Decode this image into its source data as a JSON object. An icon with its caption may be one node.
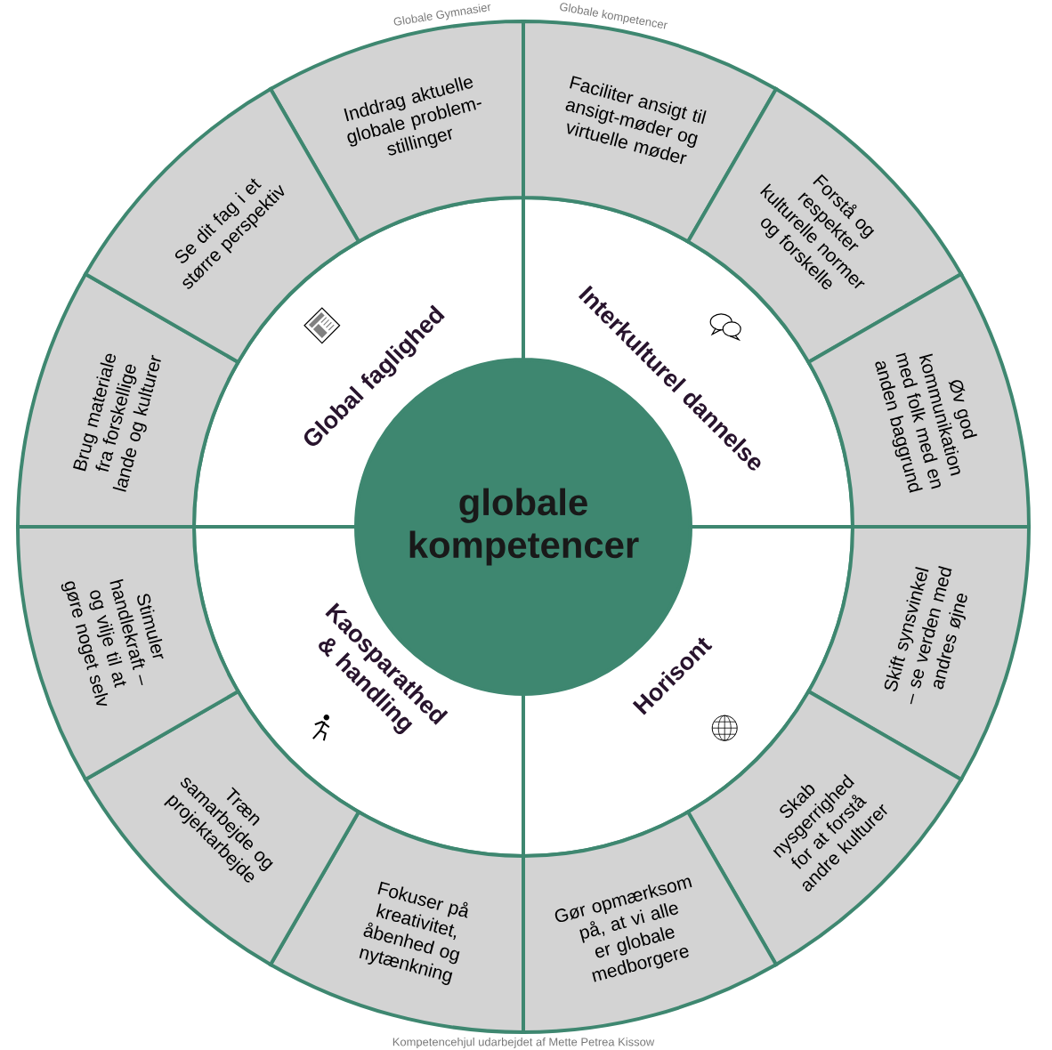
{
  "diagram": {
    "nodes": [
      {
        "text": [
          "globale kompetencer"
        ]
      },
      {
        "text": [
          "Global faglighed"
        ]
      },
      {
        "text": [
          "Interkulturel dannelse"
        ]
      },
      {
        "text": [
          "Kaosparathed & handling"
        ]
      },
      {
        "text": [
          "Horisont"
        ]
      },
      {
        "text": [
          "Inddrag aktuelle globale problem-stillinger"
        ]
      },
      {
        "text": [
          "Faciliter ansigt til ansigt-møder og virtuelle møder"
        ]
      },
      {
        "text": [
          "Forstå og respekter kulturelle normer og forskelle"
        ]
      },
      {
        "text": [
          "Øv god kommunikation med folk med en anden baggrund"
        ]
      },
      {
        "text": [
          "Skift synsvinkel – se verden med andres øjne"
        ]
      },
      {
        "text": [
          "Skab nysgerrighed for at forstå andre kulturer"
        ]
      },
      {
        "text": [
          "Gør opmærksom på, at vi alle er globale medborgere"
        ]
      },
      {
        "text": [
          "Fokuser på kreativitet, åbenhed og nytænkning"
        ]
      },
      {
        "text": [
          "Træn samarbejde og projektarbejde"
        ]
      },
      {
        "text": [
          "Stimuler handlekraft – og vilje til at gøre noget selv"
        ]
      },
      {
        "text": [
          "Brug materiale fra forskellige lande og kulturer"
        ]
      },
      {
        "text": [
          "Se dit fag i et større perspektiv"
        ]
      }
    ],
    "labels": [
      "Globale Gymnasier",
      "Globale kompetencer",
      "Kompetencehjul udarbejdet af Mette Petrea Kissow"
    ]
  }
}
